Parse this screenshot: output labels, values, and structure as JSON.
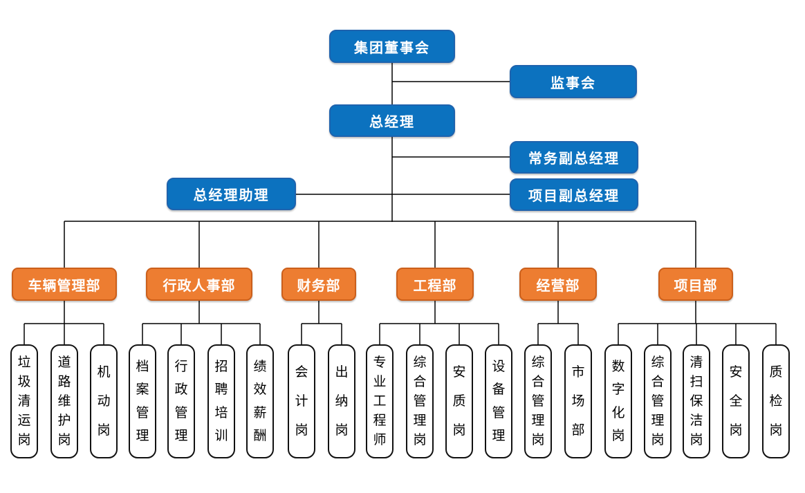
{
  "chart": {
    "type": "org-chart",
    "colors": {
      "executive_fill": "#0C72BF",
      "executive_border": "#1E63AE",
      "department_fill": "#ED7D31",
      "department_border": "#CB5F1B",
      "position_fill": "#FFFFFF",
      "position_border": "#111111",
      "line_color": "#000000",
      "text_on_color": "#FFFFFF",
      "text_on_white": "#000000"
    },
    "executives": {
      "board": "集团董事会",
      "supervisory": "监事会",
      "gm": "总经理",
      "exec_deputy_gm": "常务副总经理",
      "gm_assistant": "总经理助理",
      "project_deputy_gm": "项目副总经理"
    },
    "departments": [
      {
        "label": "车辆管理部",
        "positions": [
          "垃圾清运岗",
          "道路维护岗",
          "机动岗"
        ]
      },
      {
        "label": "行政人事部",
        "positions": [
          "档案管理",
          "行政管理",
          "招聘培训",
          "绩效薪酬"
        ]
      },
      {
        "label": "财务部",
        "positions": [
          "会计岗",
          "出纳岗"
        ]
      },
      {
        "label": "工程部",
        "positions": [
          "专业工程师",
          "综合管理岗",
          "安质岗",
          "设备管理"
        ]
      },
      {
        "label": "经营部",
        "positions": [
          "综合管理岗",
          "市场部"
        ]
      },
      {
        "label": "项目部",
        "positions": [
          "数字化岗",
          "综合管理岗",
          "清扫保洁岗",
          "安全岗",
          "质检岗"
        ]
      }
    ]
  }
}
